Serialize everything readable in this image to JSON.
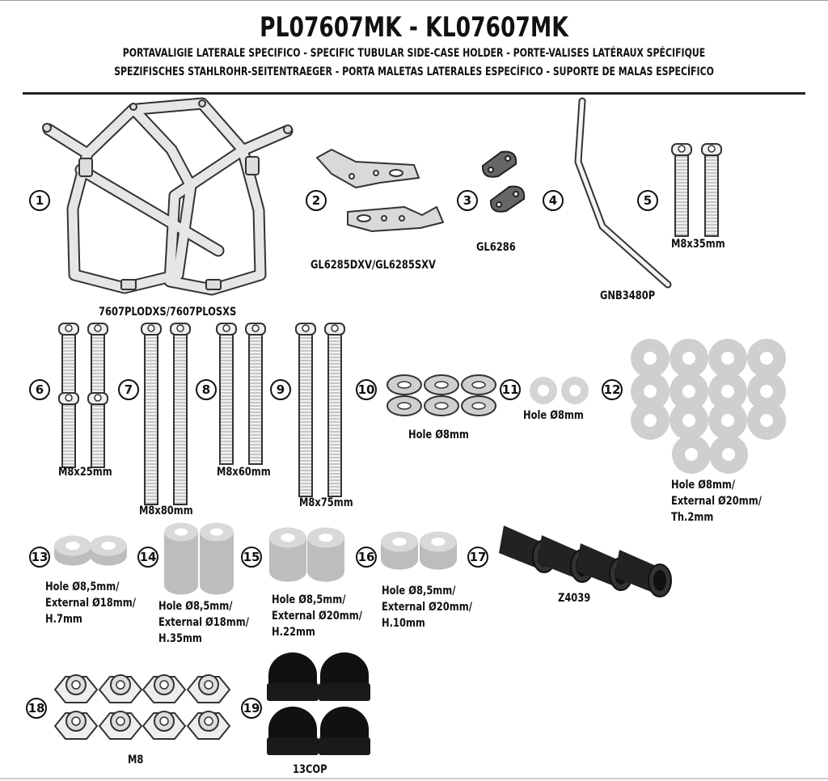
{
  "header": {
    "title": "PL07607MK - KL07607MK",
    "subtitle_line1": "PORTAVALIGIE LATERALE SPECIFICO  -  SPECIFIC TUBULAR SIDE-CASE HOLDER  - PORTE-VALISES LATÉRAUX SPÉCIFIQUE",
    "subtitle_line2": "SPEZIFISCHES STAHLROHR-SEITENTRAEGER - PORTA MALETAS LATERALES ESPECÍFICO - SUPORTE DE MALAS ESPECÍFICO"
  },
  "parts": [
    {
      "num": "1",
      "label": "7607PLODXS/7607PLOSXS"
    },
    {
      "num": "2",
      "label": "GL6285DXV/GL6285SXV"
    },
    {
      "num": "3",
      "label": "GL6286"
    },
    {
      "num": "4",
      "label": "GNB3480P"
    },
    {
      "num": "5",
      "label": "M8x35mm"
    },
    {
      "num": "6",
      "label": "M8x25mm"
    },
    {
      "num": "7",
      "label": "M8x80mm"
    },
    {
      "num": "8",
      "label": "M8x60mm"
    },
    {
      "num": "9",
      "label": "M8x75mm"
    },
    {
      "num": "10",
      "label": "Hole Ø8mm"
    },
    {
      "num": "11",
      "label": "Hole Ø8mm"
    },
    {
      "num": "12",
      "label_lines": [
        "Hole Ø8mm/",
        "External Ø20mm/",
        "Th.2mm"
      ]
    },
    {
      "num": "13",
      "label_lines": [
        "Hole Ø8,5mm/",
        "External Ø18mm/",
        "H.7mm"
      ]
    },
    {
      "num": "14",
      "label_lines": [
        "Hole Ø8,5mm/",
        "External Ø18mm/",
        "H.35mm"
      ]
    },
    {
      "num": "15",
      "label_lines": [
        "Hole Ø8,5mm/",
        "External Ø20mm/",
        "H.22mm"
      ]
    },
    {
      "num": "16",
      "label_lines": [
        "Hole Ø8,5mm/",
        "External Ø20mm/",
        "H.10mm"
      ]
    },
    {
      "num": "17",
      "label": "Z4039"
    },
    {
      "num": "18",
      "label": "M8"
    },
    {
      "num": "19",
      "label": "13COP"
    }
  ]
}
